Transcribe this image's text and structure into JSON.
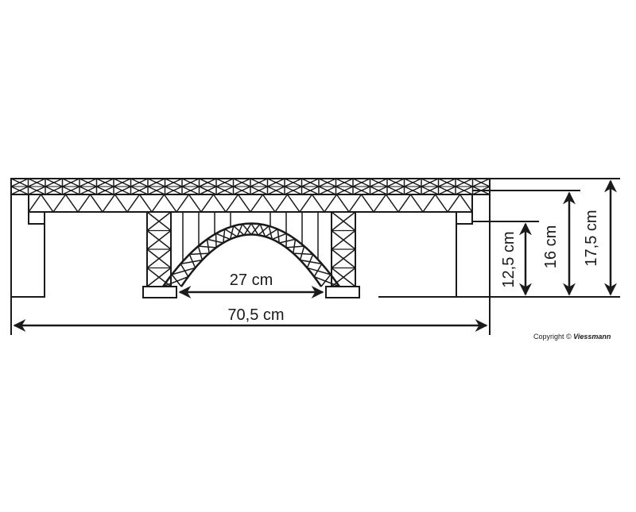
{
  "dimensions": {
    "arch_span": "27 cm",
    "total_length": "70,5 cm",
    "height_arch": "12,5 cm",
    "height_deck": "16 cm",
    "height_total": "17,5 cm"
  },
  "copyright": {
    "prefix": "Copyright © ",
    "brand": "Viessmann"
  },
  "colors": {
    "line": "#1a1a1a",
    "background": "#ffffff"
  }
}
